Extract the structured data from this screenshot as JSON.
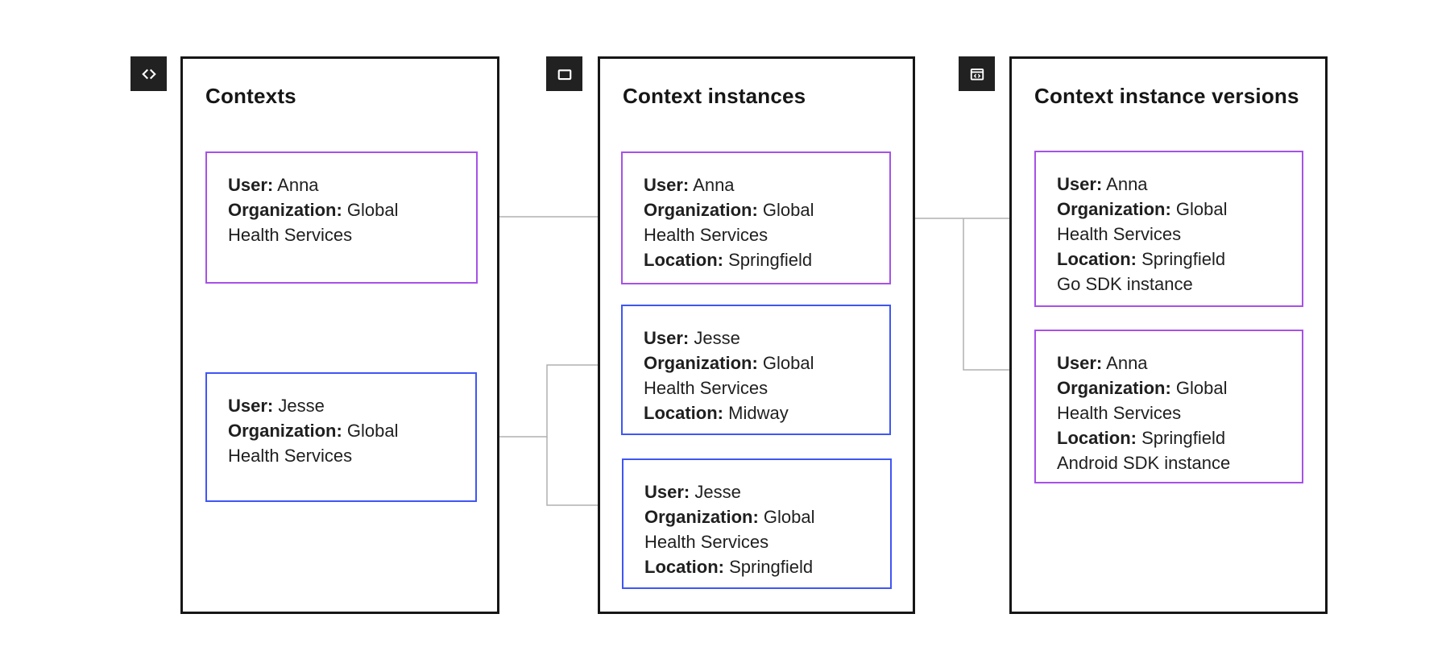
{
  "colors": {
    "purple_accent": "#a651e8",
    "blue_accent": "#3f56f6",
    "panel_border": "#161616",
    "connector": "#b0b0b0",
    "icon_background": "#212121",
    "icon_foreground": "#ffffff",
    "text": "#1f1f1f"
  },
  "panels": [
    {
      "title": "Contexts",
      "icon": "code-icon",
      "cards": [
        {
          "accent": "purple",
          "fields": [
            {
              "label": "User:",
              "value": "Anna"
            },
            {
              "label": "Organization:",
              "value": "Global Health Services"
            }
          ]
        },
        {
          "accent": "blue",
          "fields": [
            {
              "label": "User:",
              "value": "Jesse"
            },
            {
              "label": "Organization:",
              "value": "Global Health Services"
            }
          ]
        }
      ]
    },
    {
      "title": "Context instances",
      "icon": "window-icon",
      "cards": [
        {
          "accent": "purple",
          "fields": [
            {
              "label": "User:",
              "value": "Anna"
            },
            {
              "label": "Organization:",
              "value": "Global Health Services"
            },
            {
              "label": "Location:",
              "value": "Springfield"
            }
          ]
        },
        {
          "accent": "blue",
          "fields": [
            {
              "label": "User:",
              "value": "Jesse"
            },
            {
              "label": "Organization:",
              "value": "Global Health Services"
            },
            {
              "label": "Location:",
              "value": "Midway"
            }
          ]
        },
        {
          "accent": "blue",
          "fields": [
            {
              "label": "User:",
              "value": "Jesse"
            },
            {
              "label": "Organization:",
              "value": "Global Health Services"
            },
            {
              "label": "Location:",
              "value": "Springfield"
            }
          ]
        }
      ]
    },
    {
      "title": "Context instance versions",
      "icon": "window-code-icon",
      "cards": [
        {
          "accent": "purple",
          "fields": [
            {
              "label": "User:",
              "value": "Anna"
            },
            {
              "label": "Organization:",
              "value": "Global Health Services"
            },
            {
              "label": "Location:",
              "value": "Springfield"
            },
            {
              "label": "",
              "value": "Go SDK instance"
            }
          ]
        },
        {
          "accent": "purple",
          "fields": [
            {
              "label": "User:",
              "value": "Anna"
            },
            {
              "label": "Organization:",
              "value": "Global Health Services"
            },
            {
              "label": "Location:",
              "value": "Springfield"
            },
            {
              "label": "",
              "value": "Android SDK instance"
            }
          ]
        }
      ]
    }
  ]
}
